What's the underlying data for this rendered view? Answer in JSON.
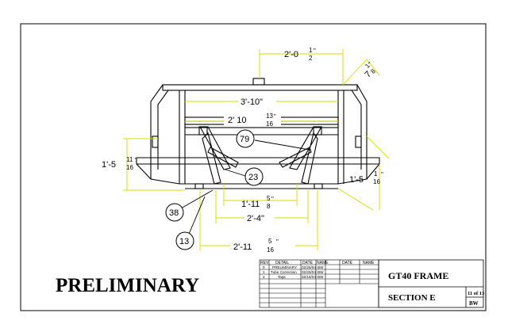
{
  "stamp": "PRELIMINARY",
  "dimensions": {
    "top_width": "2'-0",
    "top_width_frac_num": "1",
    "top_width_frac_den": "2",
    "top_width_unit": "\"",
    "top_right": "7",
    "top_right_num": "1",
    "top_right_den": "8",
    "top_right_unit": "\"",
    "upper_bar": "3'-10\"",
    "mid_bar": "2' 10",
    "mid_bar_num": "13",
    "mid_bar_den": "16",
    "mid_bar_unit": "\"",
    "left_height": "1'-5",
    "left_height_num": "11",
    "left_height_den": "16",
    "left_height_unit": "\"",
    "right_height": "1'-5",
    "right_height_num": "1",
    "right_height_den": "16",
    "right_height_unit": "\"",
    "lower_a": "1'-11",
    "lower_a_num": "5",
    "lower_a_den": "8",
    "lower_a_unit": "\"",
    "lower_b": "2'-4\"",
    "bottom": "2'-11",
    "bottom_num": "5",
    "bottom_den": "16",
    "bottom_unit": "\""
  },
  "callouts": [
    "79",
    "23",
    "38",
    "13"
  ],
  "revision_table": {
    "headers": [
      "REV",
      "DETAIL",
      "DATE",
      "NAME",
      "DATE",
      "NAME"
    ],
    "rows": [
      [
        "0",
        "PRELIMINARY",
        "02/25/04",
        "BW"
      ],
      [
        "1",
        "Tube Correction",
        "02/25/04",
        "BW"
      ],
      [
        "2",
        "Tags",
        "02/16/04",
        "BW"
      ]
    ]
  },
  "title_block": {
    "title": "GT40 FRAME",
    "section": "SECTION E",
    "sheet": "11 of 13",
    "author": "BW"
  },
  "colors": {
    "dimension": "#d8d800",
    "line": "#000000"
  }
}
